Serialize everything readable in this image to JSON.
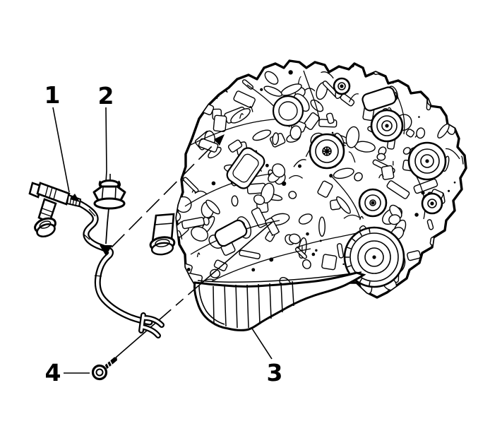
{
  "figure": {
    "type": "parts-diagram",
    "subject": "engine-with-oil-level-indicator-tube",
    "background_color": "#ffffff",
    "line_color": "#000000",
    "callouts": [
      {
        "label": "1",
        "part": "oil-level-indicator-tube"
      },
      {
        "label": "2",
        "part": "tube-nut"
      },
      {
        "label": "3",
        "part": "oil-pan"
      },
      {
        "label": "4",
        "part": "tube-bracket-bolt"
      }
    ]
  }
}
